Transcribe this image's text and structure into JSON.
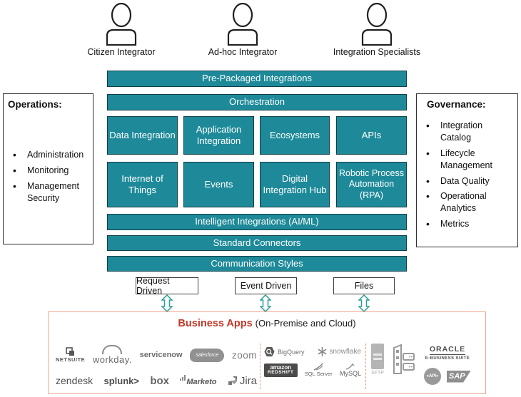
{
  "personas": [
    {
      "label": "Citizen Integrator"
    },
    {
      "label": "Ad-hoc Integrator"
    },
    {
      "label": "Integration Specialists"
    }
  ],
  "left_panel": {
    "title": "Operations:",
    "items": [
      "Administration",
      "Monitoring",
      "Management Security"
    ]
  },
  "right_panel": {
    "title": "Governance:",
    "items": [
      "Integration Catalog",
      "Lifecycle Management",
      "Data Quality",
      "Operational Analytics",
      "Metrics"
    ]
  },
  "stack": {
    "top_bars": [
      "Pre-Packaged Integrations",
      "Orchestration"
    ],
    "grid_row1": [
      "Data Integration",
      "Application Integration",
      "Ecosystems",
      "APIs"
    ],
    "grid_row2": [
      "Internet of Things",
      "Events",
      "Digital Integration Hub",
      "Robotic Process Automation (RPA)"
    ],
    "bottom_bars": [
      "Intelligent Integrations (AI/ML)",
      "Standard Connectors",
      "Communication Styles"
    ]
  },
  "channels": [
    "Request Driven",
    "Event Driven",
    "Files"
  ],
  "business_apps": {
    "title": "Business Apps",
    "subtitle": "(On-Premise and Cloud)",
    "logos": {
      "netsuite": "NETSUITE",
      "workday": "workday.",
      "servicenow": "servicenow",
      "salesforce": "salesforce",
      "zoom": "zoom",
      "zendesk": "zendesk",
      "splunk": "splunk>",
      "box": "box",
      "marketo": "Marketo",
      "jira": "Jira",
      "bigquery": "BigQuery",
      "snowflake": "snowflake",
      "amazon_line1": "amazon",
      "amazon_line2": "REDSHIFT",
      "sqlserver": "SQL Server",
      "mysql": "MySQL",
      "sftp": "SFTP",
      "oracle": "ORACLE",
      "oracle_sub": "E-BUSINESS SUITE",
      "api": "«API»",
      "sap": "SAP"
    }
  },
  "colors": {
    "teal_fill": "#1e8a99",
    "teal_border": "#113f47",
    "arrow_teal": "#2a9d94",
    "title_red": "#c0392b",
    "salmon_border": "#f0a890"
  }
}
